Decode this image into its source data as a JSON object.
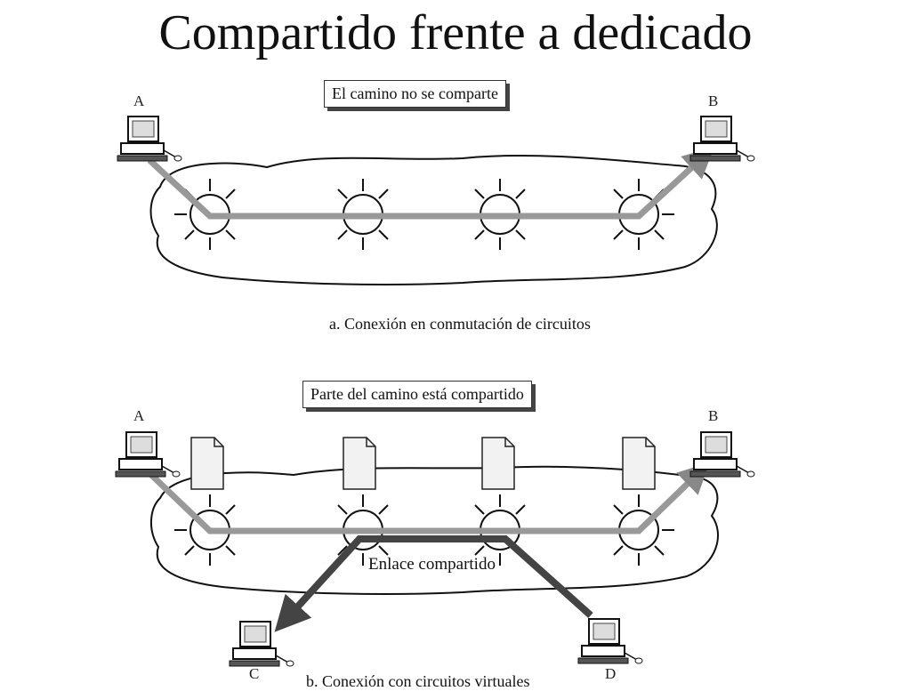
{
  "title": "Compartido frente a dedicado",
  "top": {
    "box_label": "El camino no se comparte",
    "node_a": "A",
    "node_b": "B",
    "caption": "a. Conexión en conmutación de circuitos"
  },
  "bottom": {
    "box_label": "Parte del camino está compartido",
    "node_a": "A",
    "node_b": "B",
    "node_c": "C",
    "node_d": "D",
    "shared_label": "Enlace compartido",
    "caption": "b. Conexión con circuitos virtuales"
  }
}
